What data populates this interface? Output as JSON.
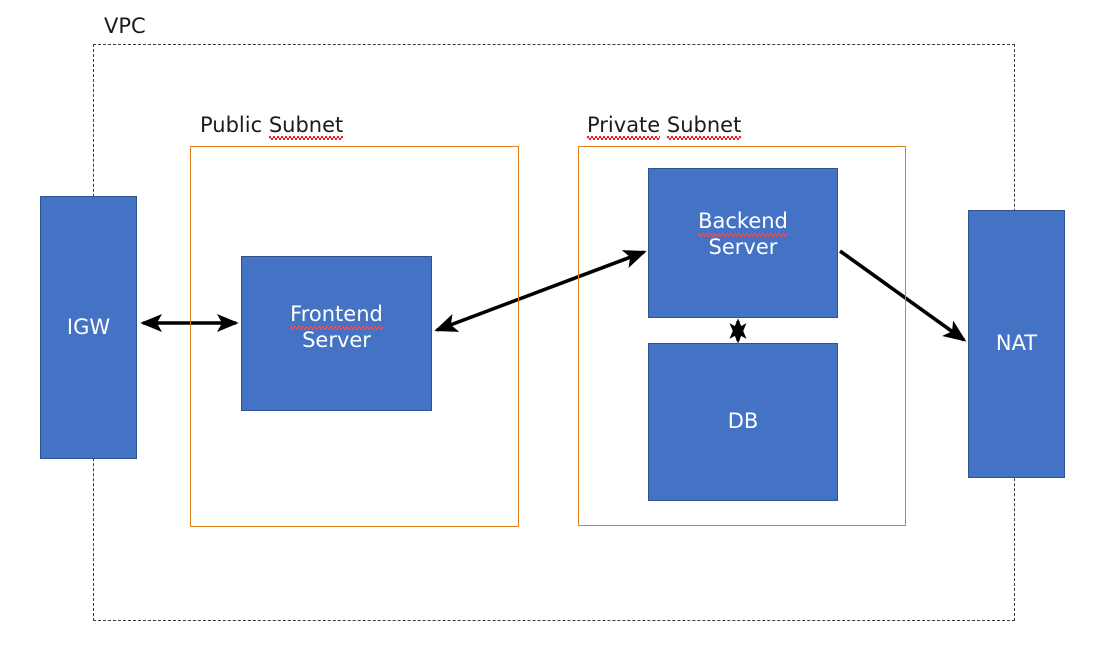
{
  "diagram": {
    "title": "VPC",
    "container": {
      "label": "VPC",
      "border_style": "dashed",
      "border_color": "#3a3a3a"
    },
    "subnets": [
      {
        "id": "public-subnet",
        "label": "Public Subnet",
        "label_words": [
          "Public ",
          "Subnet"
        ],
        "misspelled_words": [
          "Subnet"
        ],
        "border_color": "#E3801F"
      },
      {
        "id": "private-subnet",
        "label": "Private Subnet",
        "label_words": [
          "Private",
          " ",
          "Subnet"
        ],
        "misspelled_words": [
          "Private",
          "Subnet"
        ],
        "border_color": "#E3801F"
      }
    ],
    "nodes": [
      {
        "id": "igw",
        "label": "IGW",
        "line1": "IGW",
        "line2": "",
        "fill": "#4472C4",
        "stroke": "#2F528F",
        "text_color": "#FFFFFF",
        "placement": "on-vpc-boundary-left"
      },
      {
        "id": "frontend",
        "label": "Frontend Server",
        "line1": "Frontend",
        "line2": "Server",
        "misspelled_words": [
          "Frontend"
        ],
        "fill": "#4472C4",
        "stroke": "#2F528F",
        "text_color": "#FFFFFF",
        "placement": "public-subnet"
      },
      {
        "id": "backend",
        "label": "Backend Server",
        "line1": "Backend",
        "line2": "Server",
        "misspelled_words": [
          "Backend"
        ],
        "fill": "#4472C4",
        "stroke": "#2F528F",
        "text_color": "#FFFFFF",
        "placement": "private-subnet"
      },
      {
        "id": "db",
        "label": "DB",
        "line1": "DB",
        "line2": "",
        "fill": "#4472C4",
        "stroke": "#2F528F",
        "text_color": "#FFFFFF",
        "placement": "private-subnet"
      },
      {
        "id": "nat",
        "label": "NAT",
        "line1": "NAT",
        "line2": "",
        "fill": "#4472C4",
        "stroke": "#2F528F",
        "text_color": "#FFFFFF",
        "placement": "on-vpc-boundary-right"
      }
    ],
    "connections": [
      {
        "id": "igw-frontend",
        "from": "igw",
        "to": "frontend",
        "direction": "bidirectional",
        "color": "#000000"
      },
      {
        "id": "frontend-backend",
        "from": "frontend",
        "to": "backend",
        "direction": "bidirectional",
        "color": "#000000"
      },
      {
        "id": "backend-nat",
        "from": "backend",
        "to": "nat",
        "direction": "unidirectional",
        "color": "#000000"
      },
      {
        "id": "backend-db",
        "from": "backend",
        "to": "db",
        "direction": "bidirectional",
        "color": "#000000"
      }
    ]
  }
}
